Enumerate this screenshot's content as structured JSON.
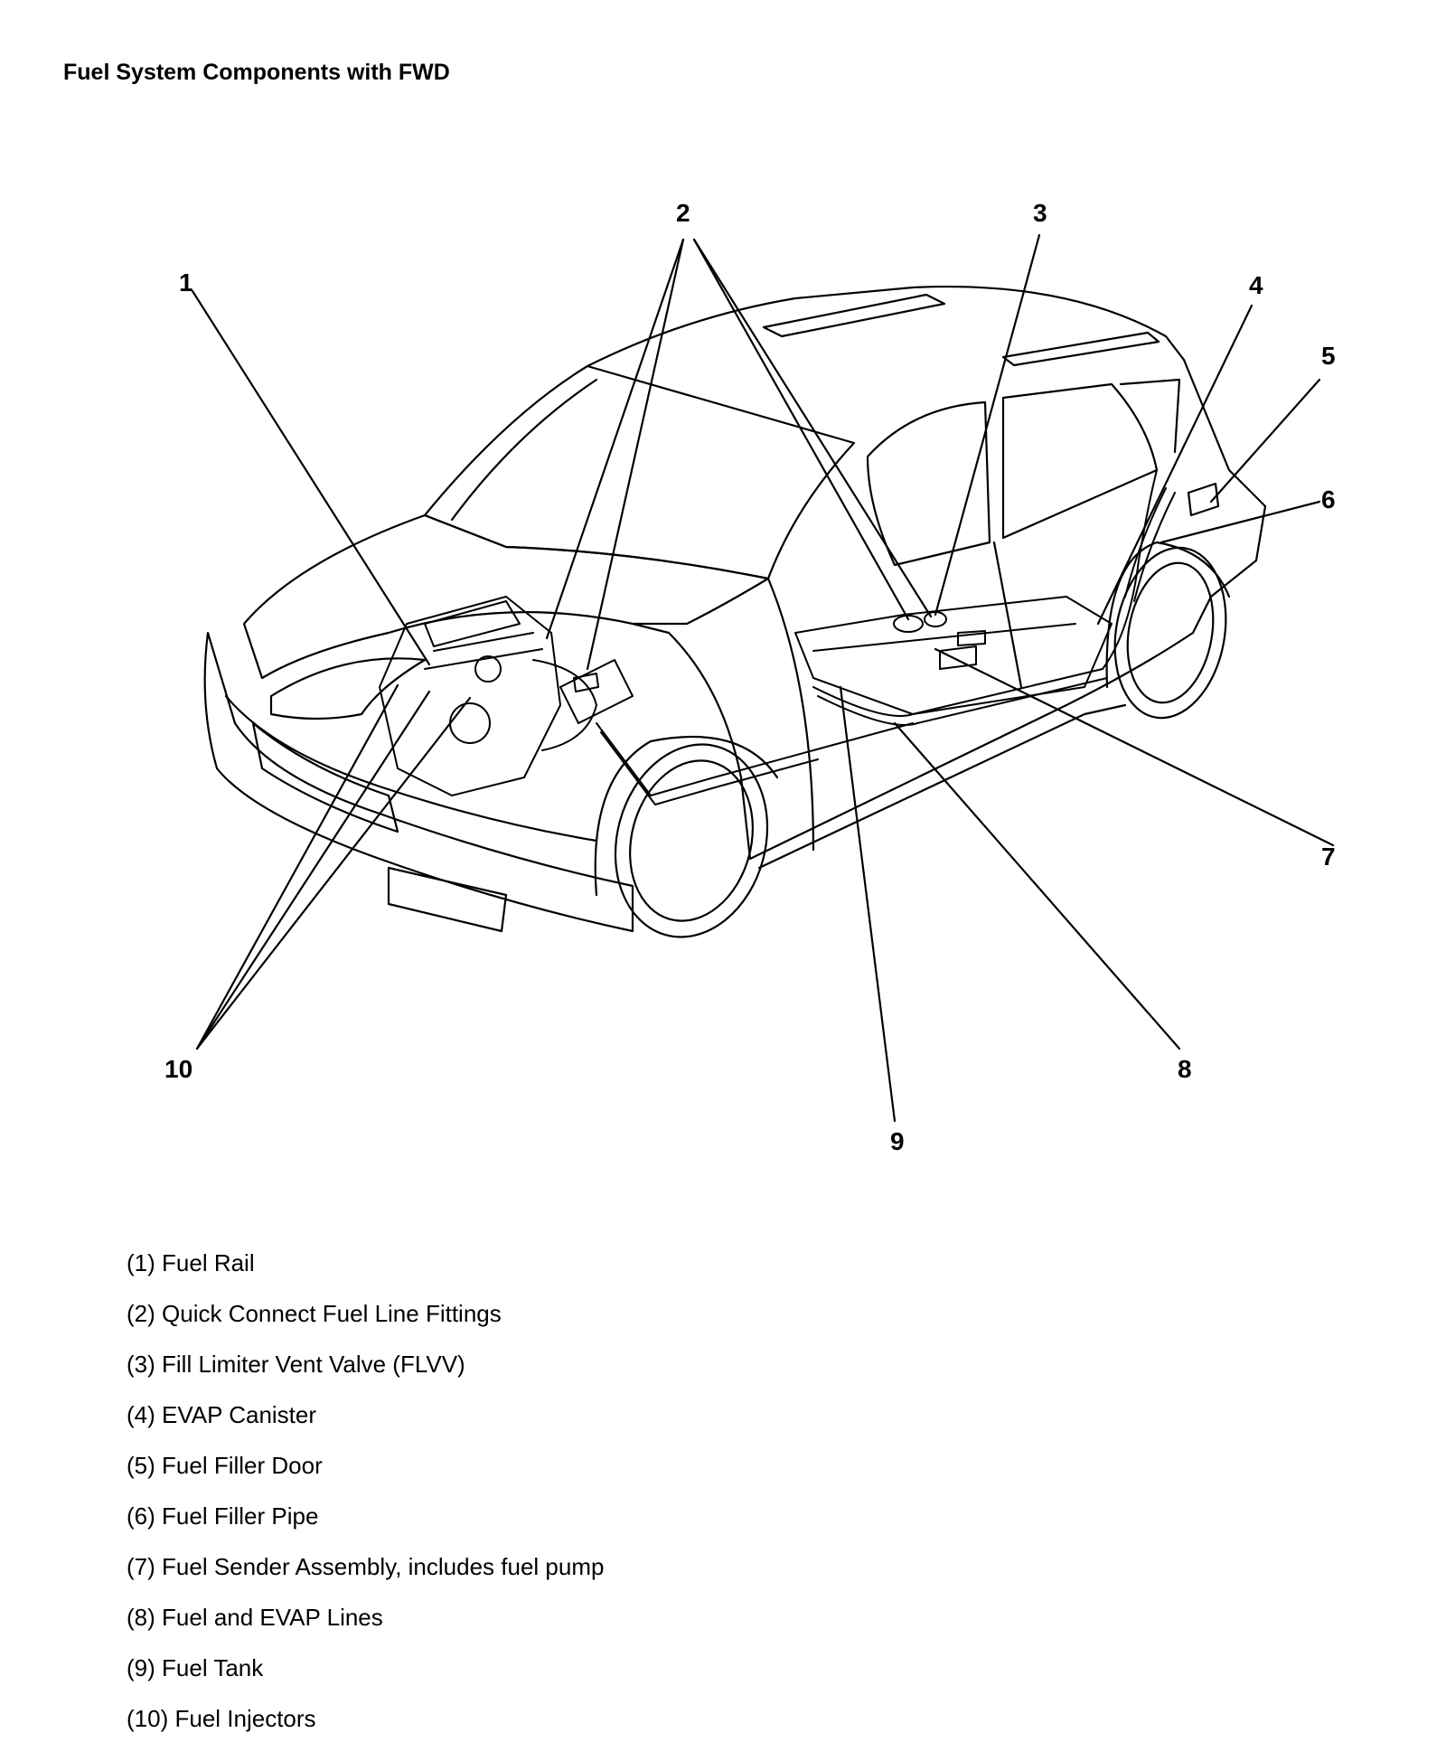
{
  "title": "Fuel System Components with FWD",
  "callouts": [
    "1",
    "2",
    "3",
    "4",
    "5",
    "6",
    "7",
    "8",
    "9",
    "10"
  ],
  "legend": [
    {
      "number": "(1)",
      "label": "Fuel Rail"
    },
    {
      "number": "(2)",
      "label": "Quick Connect Fuel Line Fittings"
    },
    {
      "number": "(3)",
      "label": "Fill Limiter Vent Valve (FLVV)"
    },
    {
      "number": "(4)",
      "label": "EVAP Canister"
    },
    {
      "number": "(5)",
      "label": "Fuel Filler Door"
    },
    {
      "number": "(6)",
      "label": "Fuel Filler Pipe"
    },
    {
      "number": "(7)",
      "label": "Fuel Sender Assembly, includes fuel pump"
    },
    {
      "number": "(8)",
      "label": "Fuel and EVAP Lines"
    },
    {
      "number": "(9)",
      "label": "Fuel Tank"
    },
    {
      "number": "(10)",
      "label": "Fuel Injectors"
    }
  ]
}
